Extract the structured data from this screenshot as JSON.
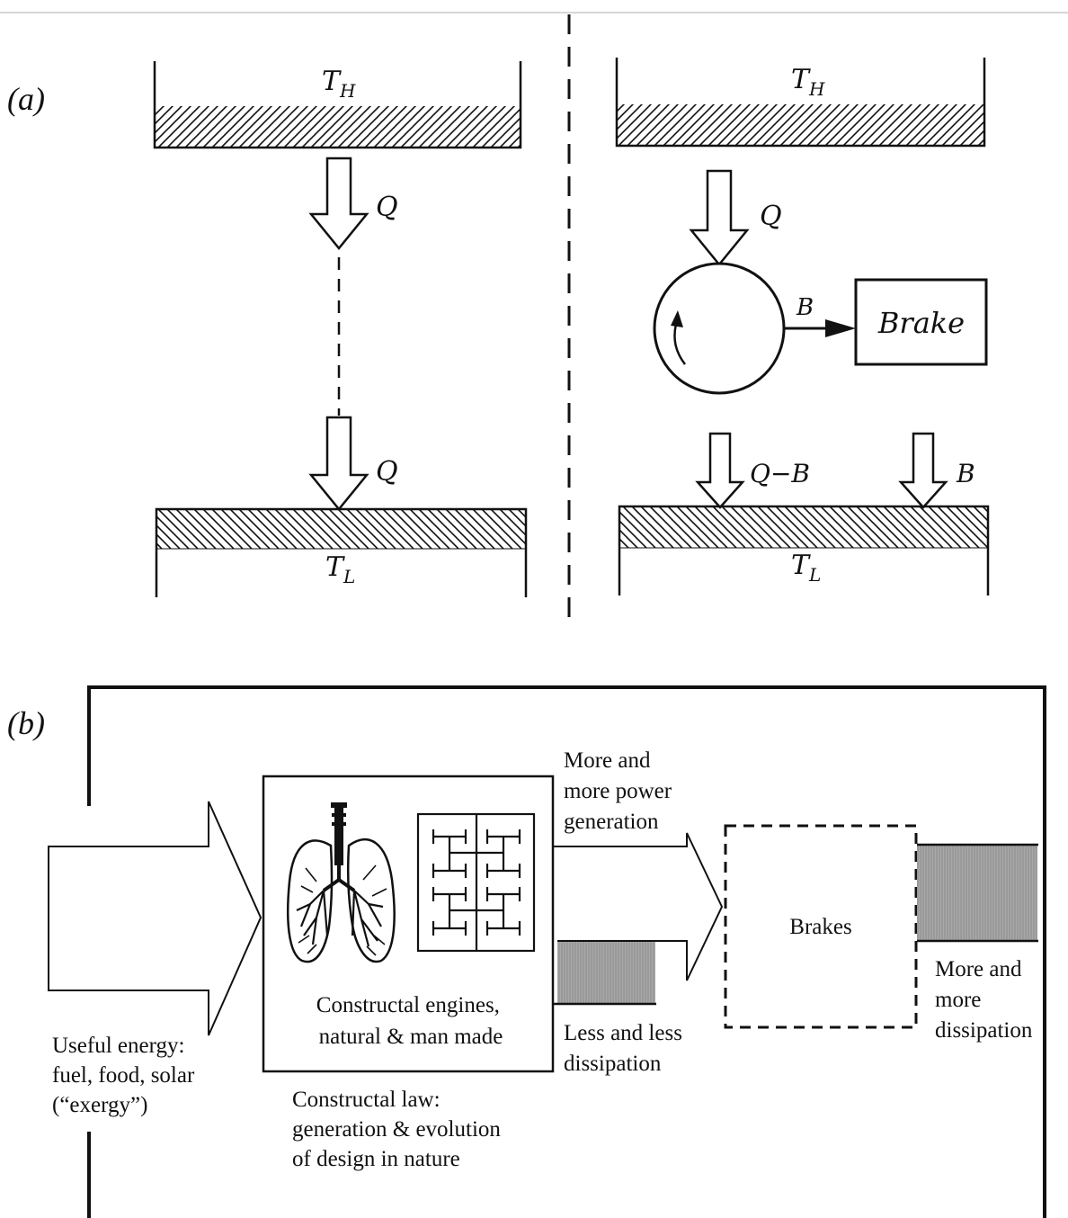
{
  "panel_a": {
    "label": "(a)",
    "left": {
      "hot_symbol": "T",
      "hot_sub": "H",
      "cold_symbol": "T",
      "cold_sub": "L",
      "q_top": "Q",
      "q_bottom": "Q"
    },
    "right": {
      "hot_symbol": "T",
      "hot_sub": "H",
      "cold_symbol": "T",
      "cold_sub": "L",
      "q_in": "Q",
      "b_arrow": "B",
      "brake_label": "Brake",
      "q_minus_b": "Q−B",
      "b_out": "B"
    }
  },
  "panel_b": {
    "label": "(b)",
    "useful_energy": [
      "Useful energy:",
      "fuel, food, solar",
      "(“exergy”)"
    ],
    "engines": [
      "Constructal engines,",
      "natural & man made"
    ],
    "law": [
      "Constructal law:",
      "generation & evolution",
      "of design in nature"
    ],
    "power": [
      "More and",
      "more power",
      "generation"
    ],
    "less_dissipation": [
      "Less and less",
      "dissipation"
    ],
    "brakes": "Brakes",
    "more_dissipation": [
      "More and",
      "more",
      "dissipation"
    ]
  },
  "colors": {
    "ink": "#111111",
    "gray_fill": "#9a9a9a",
    "background": "#ffffff"
  }
}
